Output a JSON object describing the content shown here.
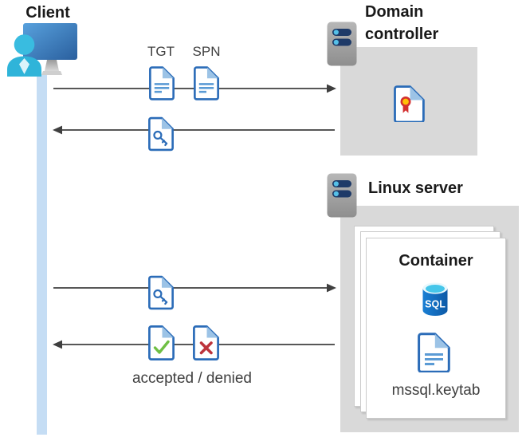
{
  "diagram": {
    "client": {
      "label": "Client"
    },
    "tickets": {
      "tgt": "TGT",
      "spn": "SPN"
    },
    "domain_controller": {
      "label": "Domain controller"
    },
    "linux_server": {
      "label": "Linux server"
    },
    "container": {
      "label": "Container",
      "sql": "SQL",
      "keytab": "mssql.keytab"
    },
    "result": {
      "label": "accepted / denied"
    }
  },
  "colors": {
    "doc_outline_blue": "#2b6cb8",
    "doc_fold_light_blue": "#9cc3e6",
    "doc_line_blue": "#5b9bd5",
    "timeline_blue": "#c5ddf4",
    "box_gray": "#d9d9d9",
    "arrow_gray": "#3f3f3f",
    "check_green": "#6fbf44",
    "deny_red": "#bd343c",
    "person_cyan": "#39bce0",
    "monitor_blue": "#3a7fc2",
    "server_gray": "#a6a6a6",
    "server_slot_navy": "#1e3a68",
    "server_dot_cyan": "#55c0e8",
    "sql_body_blue": "#1368b4",
    "sql_top_cyan": "#45c6ea",
    "cert_gold": "#ffc107",
    "cert_red": "#d32f2f"
  }
}
